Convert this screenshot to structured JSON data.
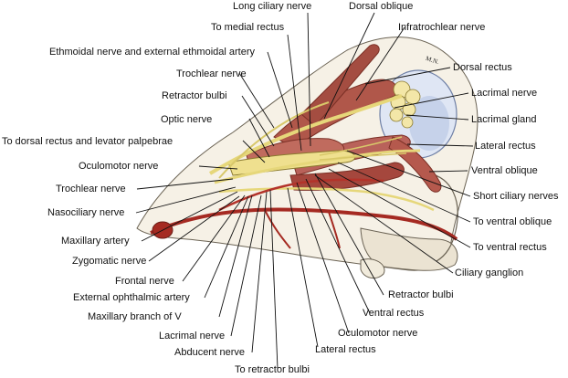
{
  "colors": {
    "bone": "#f6f1e6",
    "bone_shadow": "#d9d2c2",
    "muscle": "#b0574a",
    "muscle_dark": "#7b3026",
    "nerve": "#efe08f",
    "nerve_outline": "#8a7a2e",
    "artery": "#a52a22",
    "globe": "#dfe6f4",
    "globe_shadow": "#9fb1d3",
    "leader": "#111111"
  },
  "signature": "M.N.",
  "labels_top": {
    "long_ciliary_nerve": "Long ciliary nerve",
    "dorsal_oblique": "Dorsal oblique",
    "to_medial_rectus": "To medial rectus",
    "infratrochlear_nerve": "Infratrochlear nerve",
    "ethmoidal_nerve": "Ethmoidal nerve and external ethmoidal artery"
  },
  "labels_left": {
    "trochlear_nerve_upper": "Trochlear nerve",
    "retractor_bulbi_upper": "Retractor bulbi",
    "optic_nerve": "Optic nerve",
    "to_dorsal_rectus_levator": "To dorsal rectus and levator palpebrae",
    "oculomotor_nerve_upper": "Oculomotor nerve",
    "trochlear_nerve_lower": "Trochlear nerve",
    "nasociliary_nerve": "Nasociliary nerve",
    "maxillary_artery": "Maxillary artery",
    "zygomatic_nerve": "Zygomatic nerve",
    "frontal_nerve": "Frontal nerve",
    "external_ophthalmic_artery": "External ophthalmic artery",
    "maxillary_branch_v": "Maxillary branch of V"
  },
  "labels_bottom": {
    "lacrimal_nerve_bottom": "Lacrimal nerve",
    "abducent_nerve": "Abducent nerve",
    "to_retractor_bulbi": "To retractor bulbi",
    "lateral_rectus_bottom": "Lateral rectus",
    "oculomotor_nerve_bottom": "Oculomotor nerve",
    "ventral_rectus": "Ventral rectus",
    "retractor_bulbi_bottom": "Retractor bulbi"
  },
  "labels_right": {
    "dorsal_rectus": "Dorsal rectus",
    "lacrimal_nerve_right": "Lacrimal nerve",
    "lacrimal_gland": "Lacrimal gland",
    "lateral_rectus_right": "Lateral rectus",
    "ventral_oblique": "Ventral oblique",
    "short_ciliary_nerves": "Short ciliary nerves",
    "to_ventral_oblique": "To ventral oblique",
    "to_ventral_rectus": "To ventral rectus",
    "ciliary_ganglion": "Ciliary ganglion"
  }
}
